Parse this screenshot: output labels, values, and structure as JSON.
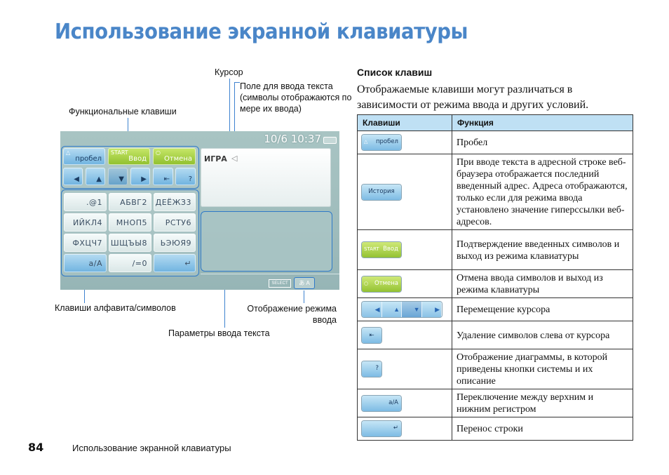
{
  "title": "Использование экранной клавиатуры",
  "callouts": {
    "cursor": "Курсор",
    "text_field": "Поле для ввода текста (символы отображаются по мере их ввода)",
    "function_keys": "Функциональные клавиши",
    "alphabet_keys": "Клавиши алфавита/символов",
    "input_params": "Параметры ввода текста",
    "input_mode": "Отображение режима ввода"
  },
  "psp": {
    "time": "10/6 10:37",
    "text_value": "ИГРА",
    "select_label": "SELECT",
    "mode_label": "あ A",
    "function_keys": [
      {
        "label": "пробел",
        "style": "blue",
        "icon": "△"
      },
      {
        "label": "Ввод",
        "style": "green",
        "icon": "START"
      },
      {
        "label": "Отмена",
        "style": "green",
        "icon": "○"
      }
    ],
    "nav_keys": [
      "◀",
      "▲",
      "▼",
      "▶",
      "⇤",
      "?"
    ],
    "char_keys": [
      [
        ".@1",
        "АБВГ2",
        "ДЕЁЖЗ3"
      ],
      [
        "ИЙКЛ4",
        "МНОП5",
        "РСТУ6"
      ],
      [
        "ФХЦЧ7",
        "ШЩЪЫ8",
        "ЬЭЮЯ9"
      ],
      [
        "a/A",
        "/=0",
        "↵"
      ]
    ]
  },
  "section": {
    "heading": "Список клавиш",
    "intro": "Отображаемые клавиши могут различаться в зависимости от режима ввода и других условий."
  },
  "table": {
    "headers": [
      "Клавиши",
      "Функция"
    ],
    "rows": [
      {
        "key": "пробел",
        "desc": "Пробел"
      },
      {
        "key": "История",
        "desc": "При вводе текста в адресной строке веб-браузера отображается последний введенный адрес. Адреса отображаются, только если для режима ввода установлено значение гиперссылки веб-адресов."
      },
      {
        "key": "Ввод",
        "desc": "Подтверждение введенных символов и выход из режима клавиатуры"
      },
      {
        "key": "Отмена",
        "desc": "Отмена ввода символов и выход из режима клавиатуры"
      },
      {
        "key": "◀ ▲ ▼ ▶",
        "desc": "Перемещение курсора"
      },
      {
        "key": "⇤",
        "desc": "Удаление символов слева от курсора"
      },
      {
        "key": "?",
        "desc": "Отображение диаграммы, в которой приведены кнопки системы и их описание"
      },
      {
        "key": "a/A",
        "desc": "Переключение между верхним и нижним регистром"
      },
      {
        "key": "↵",
        "desc": "Перенос строки"
      }
    ]
  },
  "footer": {
    "page_number": "84",
    "title": "Использование экранной клавиатуры"
  },
  "colors": {
    "title": "#4a86c8",
    "callout_line": "#3f83d0",
    "table_header": "#bfe0f4"
  }
}
